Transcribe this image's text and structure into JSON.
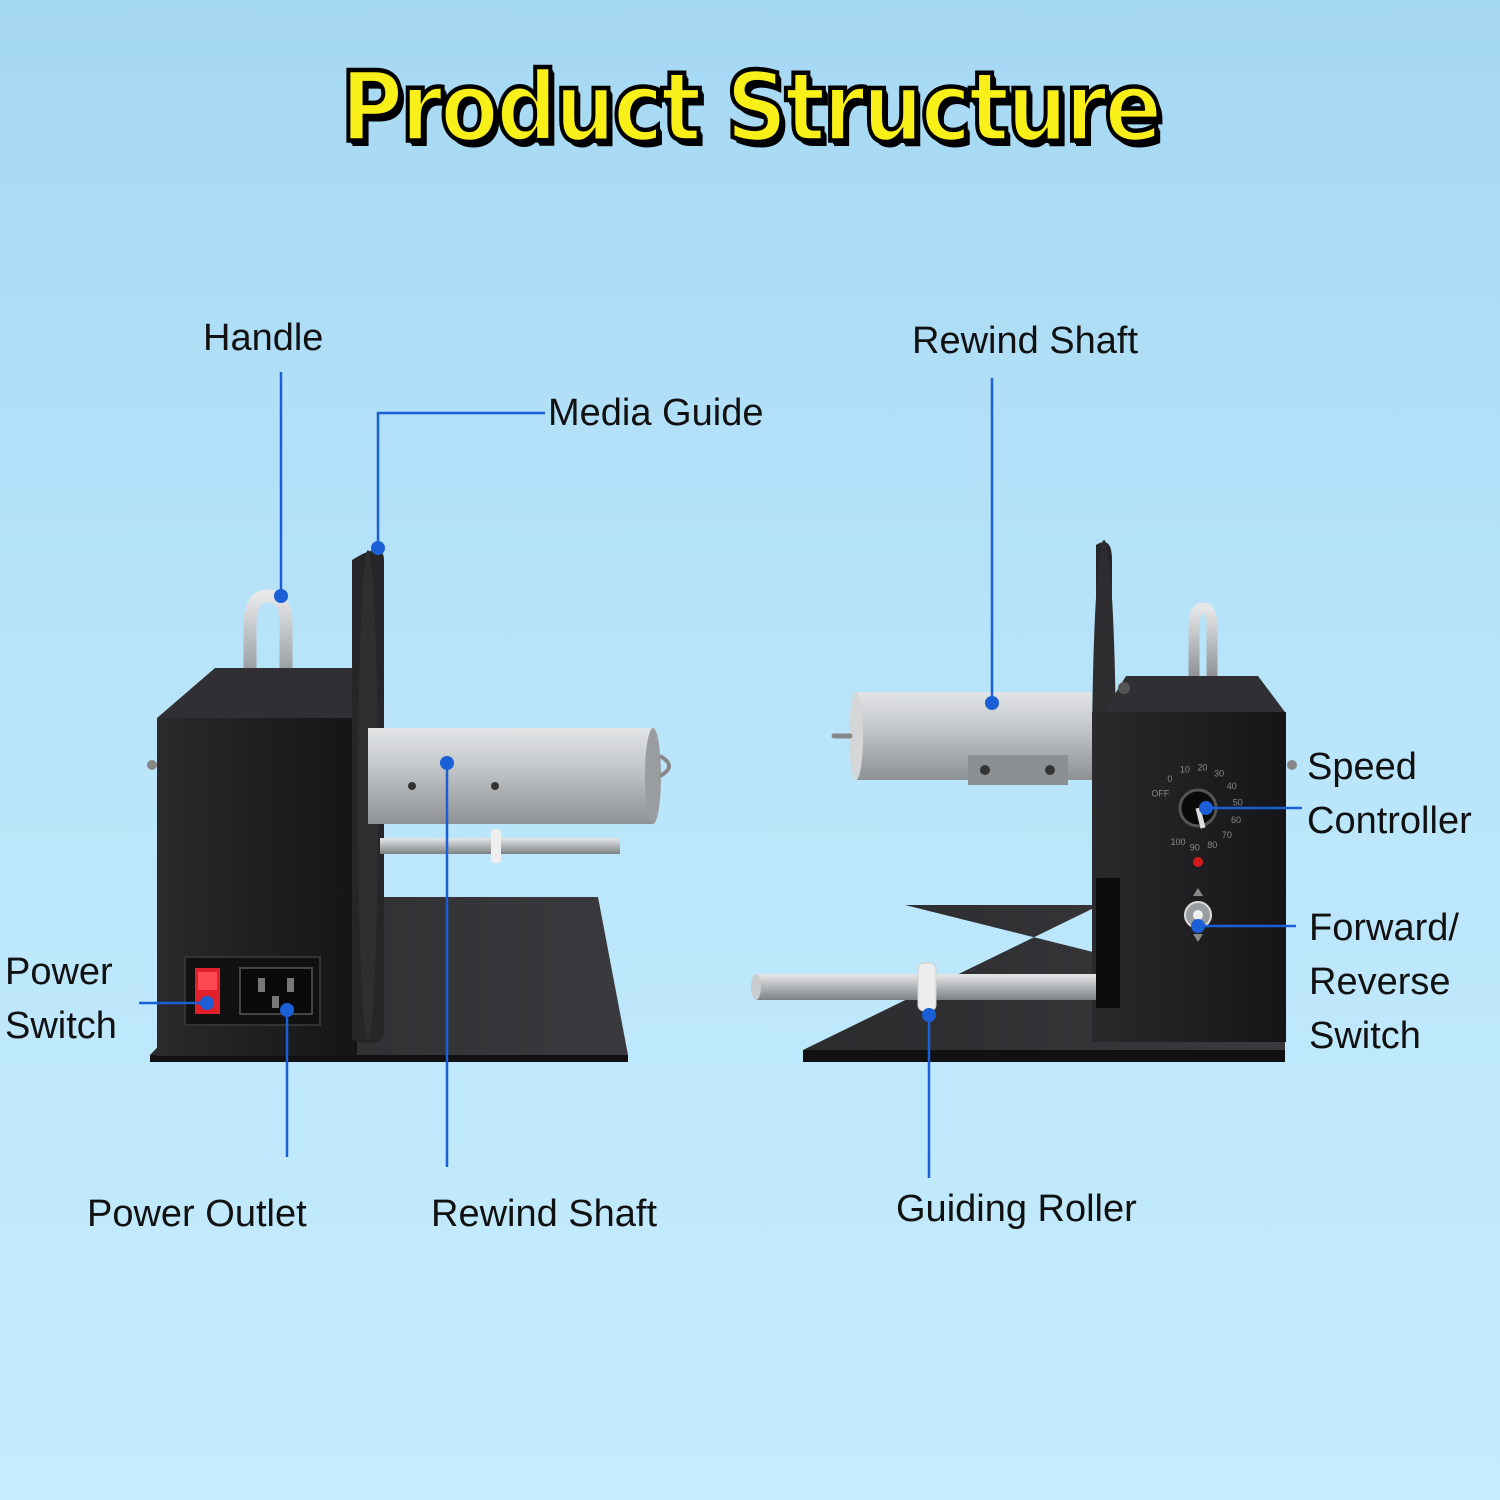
{
  "title": "Product Structure",
  "labels": {
    "handle": "Handle",
    "media_guide": "Media Guide",
    "rewind_shaft_right": "Rewind Shaft",
    "speed_controller": "Speed\nController",
    "forward_reverse_switch": "Forward/\nReverse\nSwitch",
    "power_switch": "Power\nSwitch",
    "power_outlet": "Power Outlet",
    "rewind_shaft_left": "Rewind Shaft",
    "guiding_roller": "Guiding Roller"
  },
  "speed_dial_ticks": [
    "OFF",
    "0",
    "10",
    "20",
    "30",
    "40",
    "50",
    "60",
    "70",
    "80",
    "90",
    "100"
  ],
  "colors": {
    "background": "#b8e4fa",
    "title_fill": "#f9f01a",
    "callout_line": "#1a5fd6",
    "machine_body": "#1c1c1e",
    "metal": "#b9bcbf",
    "power_switch": "#e0202a"
  }
}
